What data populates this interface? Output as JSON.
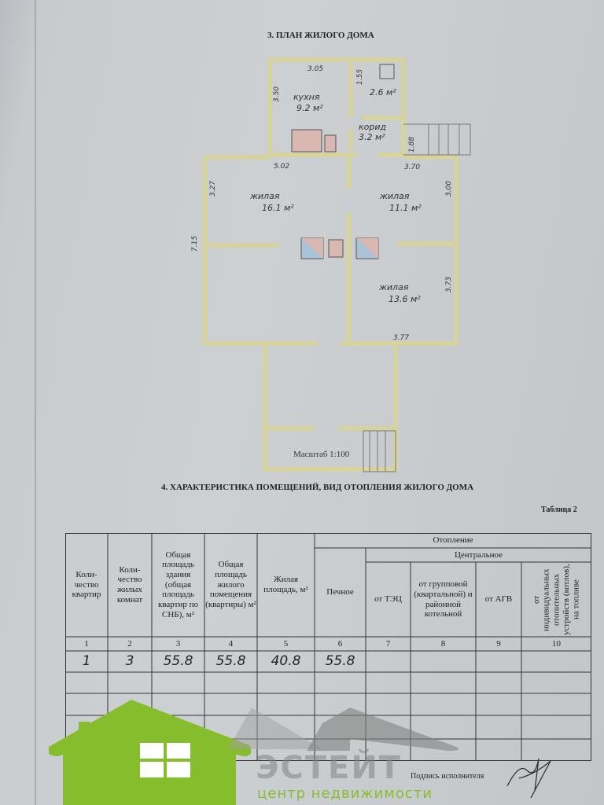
{
  "section3_title": "3. ПЛАН ЖИЛОГО ДОМА",
  "plan": {
    "rooms": [
      {
        "name": "кухня",
        "area": "9.2 м²"
      },
      {
        "name": "",
        "area": "2.6 м²"
      },
      {
        "name": "корид",
        "area": "3.2 м²"
      },
      {
        "name": "жилая",
        "area": "16.1 м²"
      },
      {
        "name": "жилая",
        "area": "11.1 м²"
      },
      {
        "name": "жилая",
        "area": "13.6 м²"
      }
    ],
    "dimensions": [
      "3.05",
      "3.50",
      "1.55",
      "1.88",
      "5.02",
      "3.70",
      "3.27",
      "7.15",
      "3.00",
      "3.73",
      "3.77"
    ],
    "scale": "Масштаб 1:100"
  },
  "section4_title": "4. ХАРАКТЕРИСТИКА ПОМЕЩЕНИЙ, ВИД ОТОПЛЕНИЯ ЖИЛОГО ДОМА",
  "table_label": "Таблица 2",
  "table": {
    "group_heating": "Отопление",
    "group_central": "Центральное",
    "headers": [
      "Коли-чество квартир",
      "Коли-чество жилых комнат",
      "Общая площадь здания (общая площадь квартир по СНБ), м²",
      "Общая площадь жилого помещения (квартиры) м²",
      "Жилая площадь, м²",
      "Печное",
      "от ТЭЦ",
      "от групповой (квартальной) и районной котельной",
      "от АГВ",
      "от индивидуальных отопительных устройств (котлов), на топливе"
    ],
    "numbers": [
      "1",
      "2",
      "3",
      "4",
      "5",
      "6",
      "7",
      "8",
      "9",
      "10"
    ],
    "rows": [
      [
        "1",
        "3",
        "55.8",
        "55.8",
        "40.8",
        "55.8",
        "",
        "",
        "",
        ""
      ]
    ]
  },
  "signature_label": "Подпись исполнителя",
  "watermark": {
    "brand": "ЭСТЕЙТ",
    "tagline": "центр недвижимости",
    "green": "#86bd2c"
  }
}
